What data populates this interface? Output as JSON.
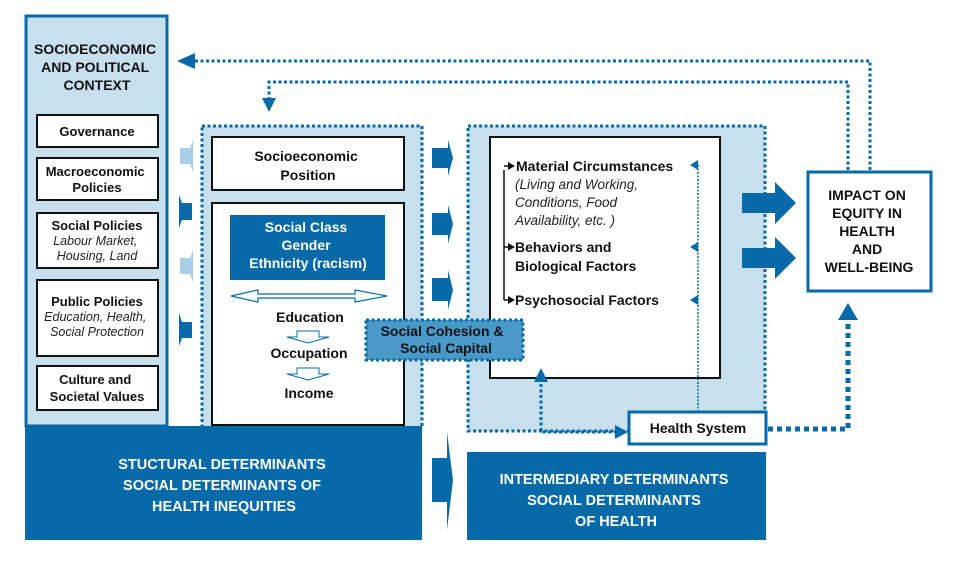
{
  "colors": {
    "dark_blue": "#0669a8",
    "light_blue": "#c8e0ee",
    "mid_blue": "#4a9ac9",
    "pale_arrow": "#a9cfe6",
    "black": "#111111",
    "white": "#ffffff"
  },
  "context_panel": {
    "title_lines": [
      "SOCIOECONOMIC",
      "AND POLITICAL",
      "CONTEXT"
    ],
    "items": [
      {
        "title_lines": [
          "Governance"
        ],
        "detail_lines": []
      },
      {
        "title_lines": [
          "Macroeconomic",
          "Policies"
        ],
        "detail_lines": []
      },
      {
        "title_lines": [
          "Social Policies"
        ],
        "detail_lines": [
          "Labour Market,",
          "Housing, Land"
        ]
      },
      {
        "title_lines": [
          "Public Policies"
        ],
        "detail_lines": [
          "Education, Health,",
          "Social Protection"
        ]
      },
      {
        "title_lines": [
          "Culture and",
          "Societal Values"
        ],
        "detail_lines": []
      }
    ]
  },
  "structural": {
    "sep_title_lines": [
      "Socioeconomic",
      "Position"
    ],
    "class_box_lines": [
      "Social Class",
      "Gender",
      "Ethnicity (racism)"
    ],
    "ladder": [
      "Education",
      "Occupation",
      "Income"
    ],
    "footer_lines": [
      "STUCTURAL DETERMINANTS",
      "SOCIAL DETERMINANTS OF",
      "HEALTH INEQUITIES"
    ]
  },
  "social_cohesion": {
    "lines": [
      "Social Cohesion &",
      "Social Capital"
    ]
  },
  "intermediary": {
    "factors": [
      {
        "title_lines": [
          "Material Circumstances"
        ],
        "detail_lines": [
          "(Living and Working,",
          "Conditions, Food",
          "Availability, etc. )"
        ]
      },
      {
        "title_lines": [
          "Behaviors and",
          "Biological Factors"
        ],
        "detail_lines": []
      },
      {
        "title_lines": [
          "Psychosocial Factors"
        ],
        "detail_lines": []
      }
    ],
    "health_system": "Health System",
    "footer_lines": [
      "INTERMEDIARY DETERMINANTS",
      "SOCIAL DETERMINANTS",
      "OF HEALTH"
    ]
  },
  "impact": {
    "lines": [
      "IMPACT ON",
      "EQUITY IN",
      "HEALTH",
      "AND",
      "WELL-BEING"
    ]
  }
}
